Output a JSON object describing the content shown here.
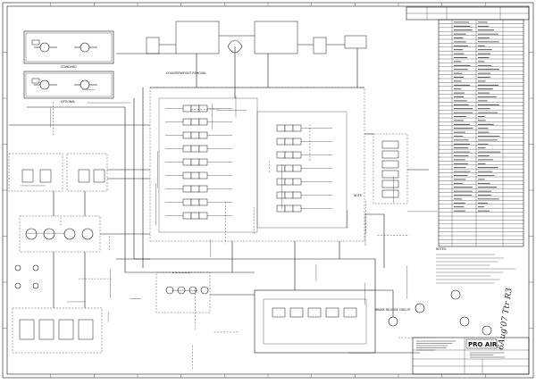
{
  "title_block": {
    "logo": "PRO AIR",
    "handwritten_note": "6Aug'07 Ttr R3"
  },
  "legend": {
    "standard_label": "STANDARD",
    "optional_label": "OPTIONAL"
  },
  "schematic_labels": {
    "counterweight_callout": "COUNTERWEIGHT REMOVAL",
    "brake_callout": "BRAKE RELEASE CIRCUIT",
    "center_note": "NOTE",
    "notes_header": "NOTES:"
  },
  "colors": {
    "ink": "#1a1a1a",
    "paper": "#ffffff"
  }
}
